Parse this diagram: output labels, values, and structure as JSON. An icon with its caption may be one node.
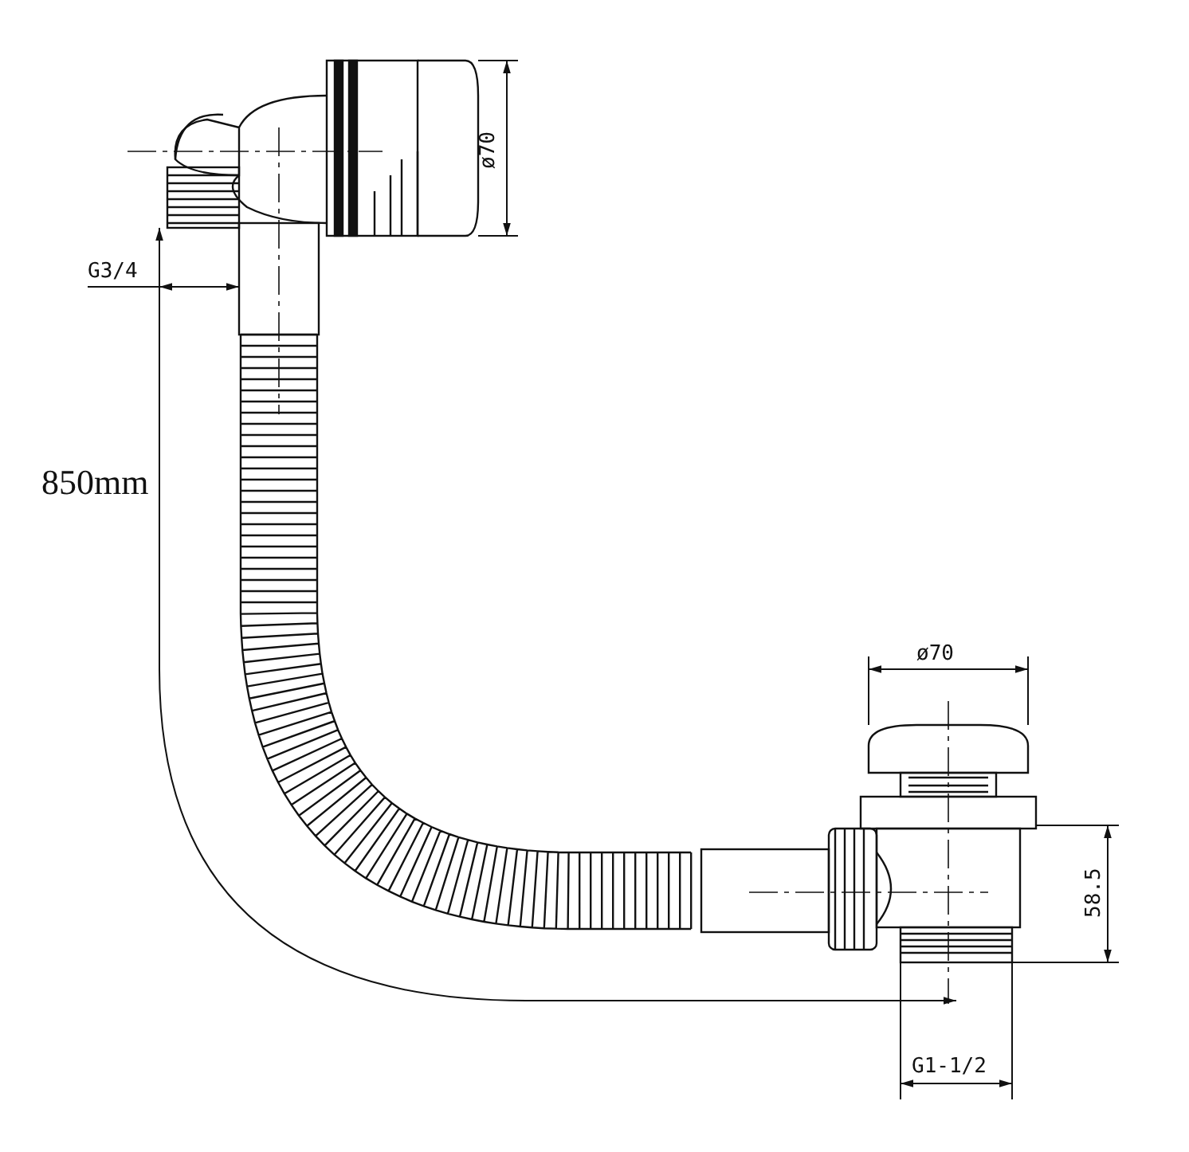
{
  "diagram": {
    "labels": [
      "ø70",
      "G3/4",
      "850mm",
      "ø70",
      "58.5",
      "G1-1/2"
    ]
  }
}
